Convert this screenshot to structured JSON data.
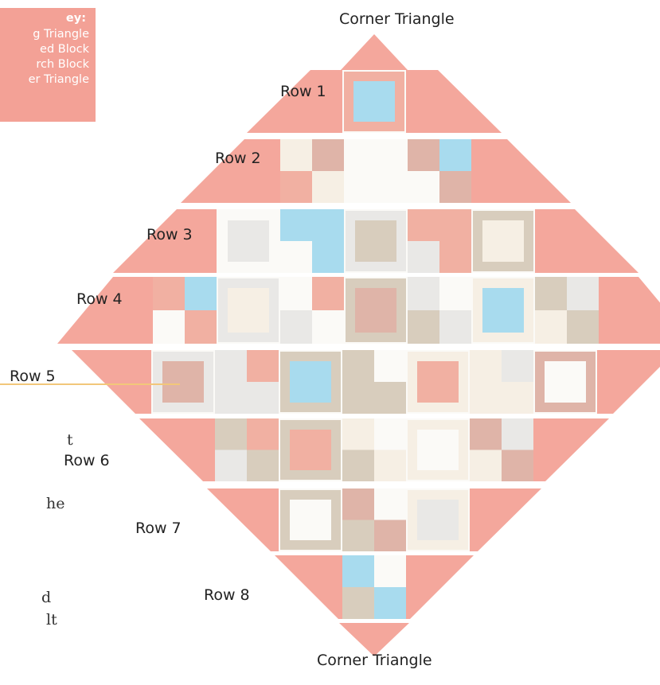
{
  "key": {
    "title": "ey:",
    "items": [
      "g Triangle",
      "ed Block",
      "rch Block",
      "er Triangle"
    ]
  },
  "labels": {
    "corner_top": "Corner Triangle",
    "corner_bottom": "Corner Triangle",
    "rows": [
      "Row 1",
      "Row 2",
      "Row 3",
      "Row 4",
      "Row 5",
      "Row 6",
      "Row 7",
      "Row 8"
    ]
  },
  "body_text_fragments": [
    "t",
    "he",
    "d",
    "lt"
  ],
  "colors": {
    "setting_triangle": "#f4a79c",
    "triangle_light": "#f8c0b6",
    "fabric_light_blue": "#a8dbee",
    "fabric_beige": "#d8cdbd",
    "fabric_pink": "#f1b0a2",
    "fabric_rose": "#dfb4a8",
    "fabric_cream": "#f6efe4",
    "fabric_white": "#fbfaf7",
    "fabric_gray": "#e9e8e6",
    "key_background": "#f3a196",
    "divider": "#f2c77a"
  }
}
